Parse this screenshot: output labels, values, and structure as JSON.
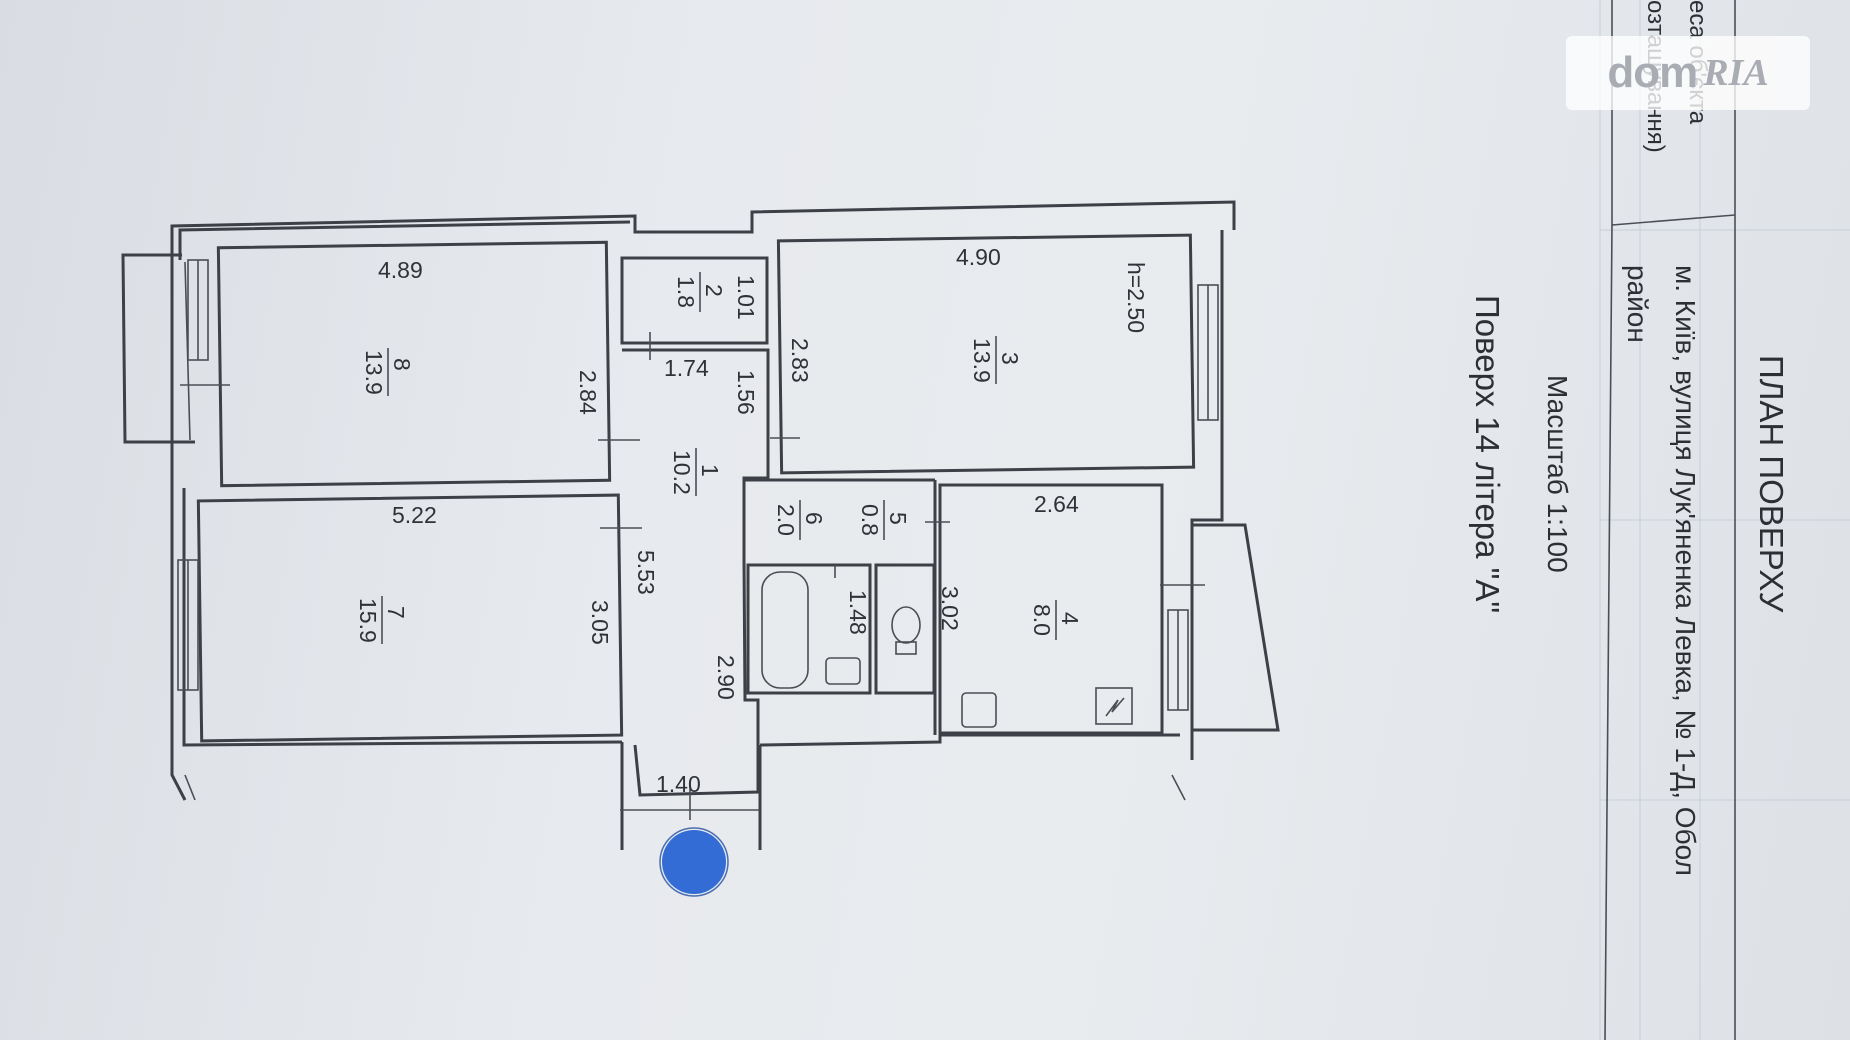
{
  "header": {
    "title": "ПЛАН ПОВЕРХУ",
    "address_line": "м. Київ, вулиця Лук'яненка Левка, № 1-Д, Обол",
    "district_label": "район",
    "scale": "Масштаб 1:100",
    "floor": "Поверх 14 літера \"А\"",
    "side_label_1": "еса об'єкта",
    "side_label_2": "озташування)"
  },
  "watermark": {
    "dom": "dom",
    "ria": "RIA"
  },
  "ceiling": "h=2.50",
  "rooms": {
    "r1": {
      "num": "1",
      "area": "10.2"
    },
    "r2": {
      "num": "2",
      "area": "1.8"
    },
    "r3": {
      "num": "3",
      "area": "13.9"
    },
    "r4": {
      "num": "4",
      "area": "8.0"
    },
    "r5": {
      "num": "5",
      "area": "0.8"
    },
    "r6": {
      "num": "6",
      "area": "2.0"
    },
    "r7": {
      "num": "7",
      "area": "15.9"
    },
    "r8": {
      "num": "8",
      "area": "13.9"
    }
  },
  "dimensions": {
    "d_489": "4.89",
    "d_522": "5.22",
    "d_490": "4.90",
    "d_264": "2.64",
    "d_284": "2.84",
    "d_305": "3.05",
    "d_101": "1.01",
    "d_174": "1.74",
    "d_156": "1.56",
    "d_283": "2.83",
    "d_553": "5.53",
    "d_290": "2.90",
    "d_140": "1.40",
    "d_148": "1.48",
    "d_302": "3.02"
  }
}
